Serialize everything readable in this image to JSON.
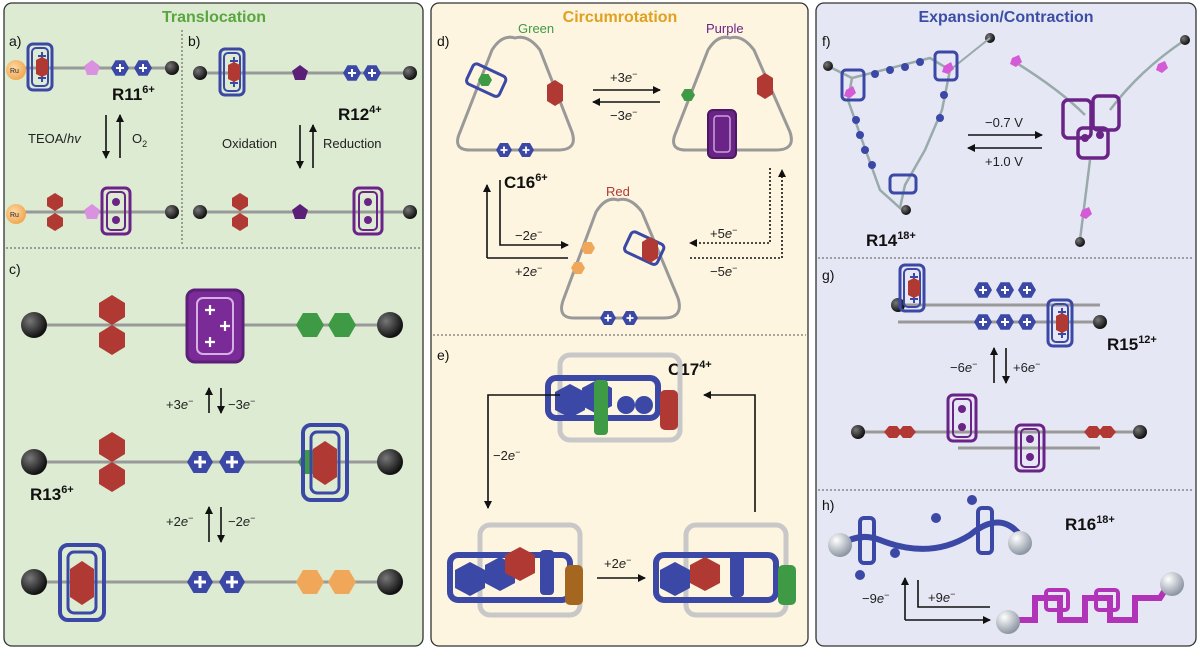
{
  "colors": {
    "translocation_bg": "#dcebd2",
    "circumrotation_bg": "#fdf5e0",
    "expansion_bg": "#e6e7f4",
    "blue_ring": "#3b48a6",
    "purple_ring": "#6a2387",
    "red_unit": "#b03a33",
    "green_unit": "#3f9a45",
    "orange_unit": "#f0a75a",
    "pink_unit": "#d45ad6",
    "magenta_chain": "#b033b8",
    "title_green": "#5aa63e",
    "title_orange": "#e0a020",
    "title_blue": "#3b4ea6"
  },
  "icons": [
    "bead-icon",
    "hexagon-icon",
    "pentagon-icon",
    "cyclophane-ring-icon",
    "bipyridinium-plus-icon",
    "ru-complex-icon"
  ],
  "panels": {
    "translocation": {
      "title": "Translocation",
      "a": {
        "label": "a)",
        "compound": "R11",
        "charge": "6+",
        "down_reagent": "TEOA/",
        "down_reagent_italic": "hv",
        "up_reagent": "O",
        "up_reagent_sub": "2",
        "ru_label": "Ru"
      },
      "b": {
        "label": "b)",
        "compound": "R12",
        "charge": "4+",
        "down": "Oxidation",
        "up": "Reduction"
      },
      "c": {
        "label": "c)",
        "compound": "R13",
        "charge": "6+",
        "step1_fwd": "+3",
        "step1_rev": "−3",
        "step2_fwd": "+2",
        "step2_rev": "−2",
        "electron": "e",
        "electron_sup": "−"
      }
    },
    "circumrotation": {
      "title": "Circumrotation",
      "d": {
        "label": "d)",
        "green": "Green",
        "purple": "Purple",
        "red": "Red",
        "compound": "C16",
        "charge": "6+",
        "fwd1": "+3",
        "rev1": "−3",
        "left_out": "−2",
        "left_in": "+2",
        "right_in": "+5",
        "right_out": "−5",
        "electron": "e",
        "electron_sup": "−"
      },
      "e": {
        "label": "e)",
        "compound": "C17",
        "charge": "4+",
        "left": "−2",
        "bottom": "+2",
        "electron": "e",
        "electron_sup": "−"
      }
    },
    "expansion": {
      "title": "Expansion/Contraction",
      "f": {
        "label": "f)",
        "compound": "R14",
        "charge": "18+",
        "fwd": "−0.7 V",
        "rev": "+1.0 V"
      },
      "g": {
        "label": "g)",
        "compound": "R15",
        "charge": "12+",
        "left": "−6",
        "right": "+6",
        "electron": "e",
        "electron_sup": "−"
      },
      "h": {
        "label": "h)",
        "compound": "R16",
        "charge": "18+",
        "left": "−9",
        "right": "+9",
        "electron": "e",
        "electron_sup": "−"
      }
    }
  }
}
